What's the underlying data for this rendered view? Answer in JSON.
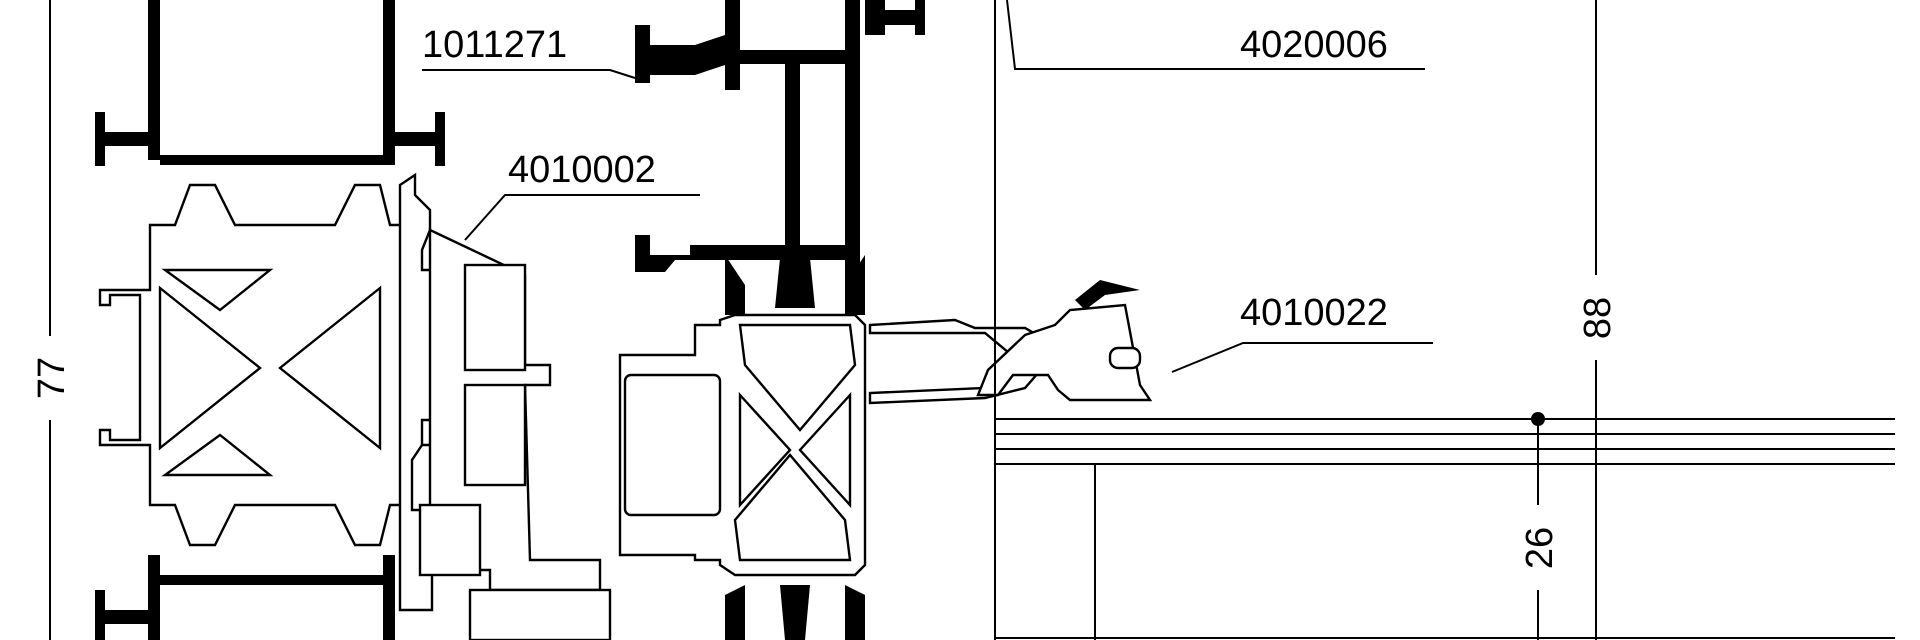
{
  "drawing": {
    "part_labels": [
      "1011271",
      "4010002",
      "4020006",
      "4010022"
    ],
    "dimensions": {
      "left": "77",
      "right": "88",
      "bottom": "26"
    },
    "colors": {
      "ink": "#000000",
      "paper": "#ffffff"
    }
  }
}
